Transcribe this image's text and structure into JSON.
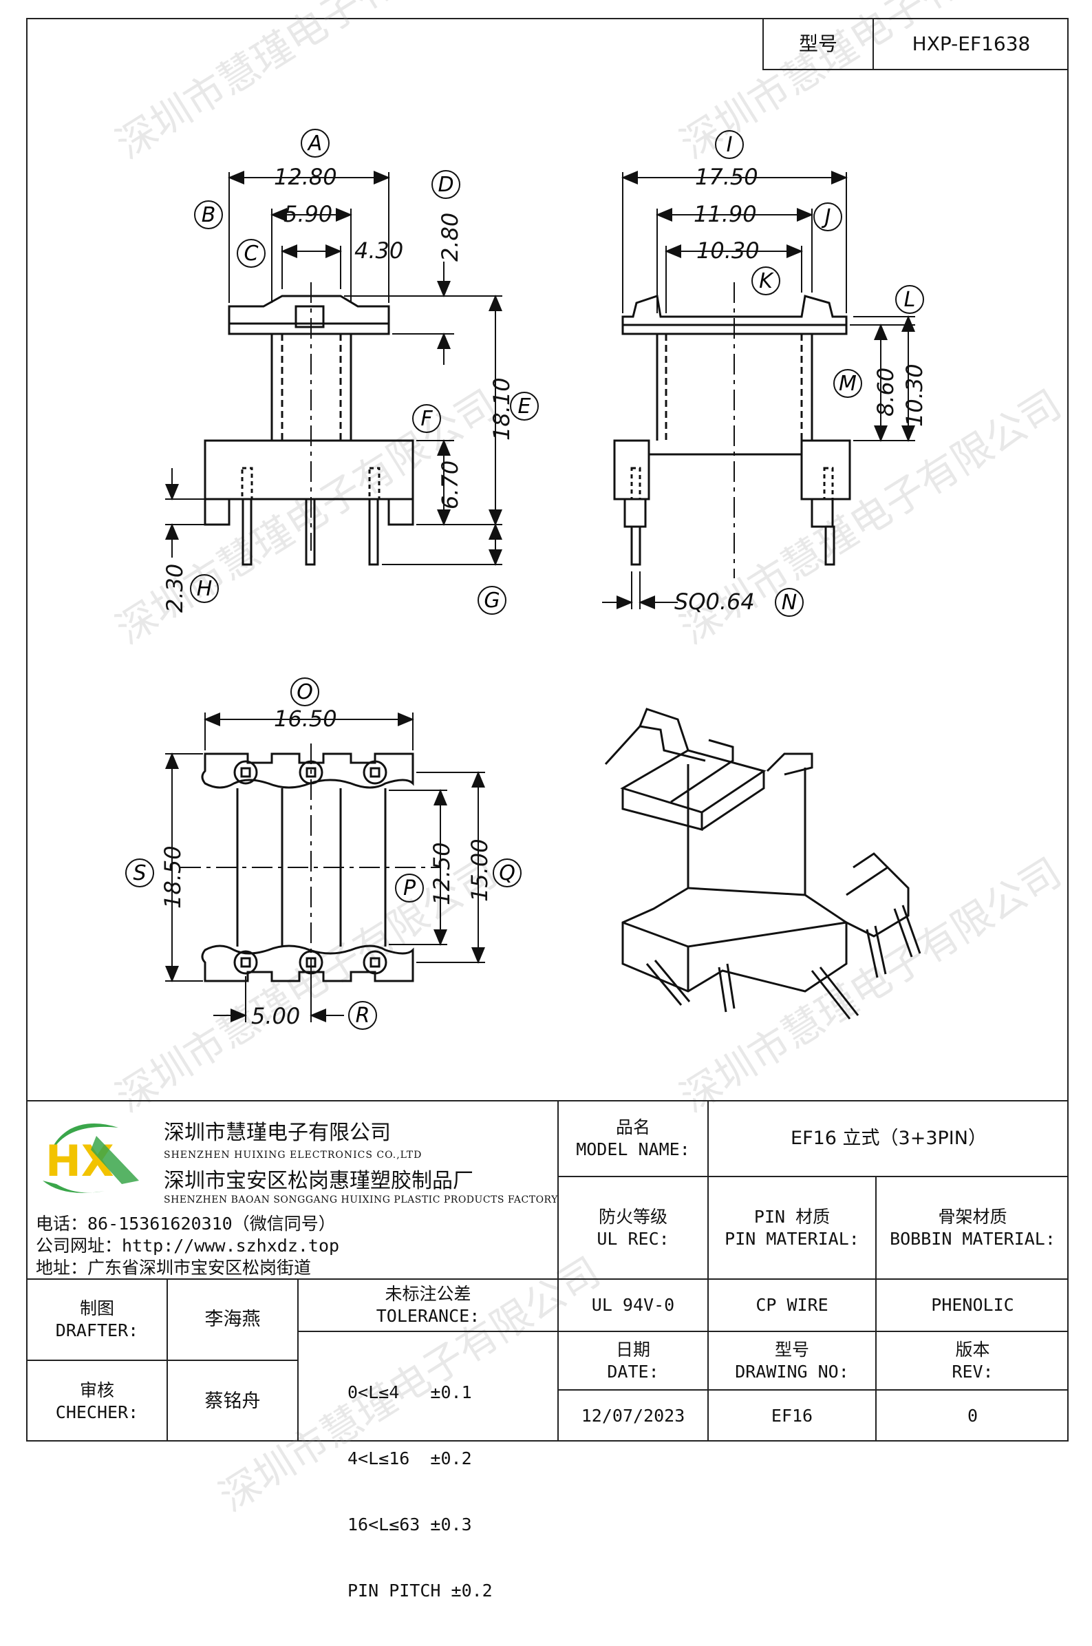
{
  "header": {
    "model_label": "型号",
    "model_value": "HXP-EF1638"
  },
  "watermark": "深圳市慧瑾电子有限公司",
  "drawing": {
    "top_left": {
      "dims": {
        "A": "12.80",
        "B": "5.90",
        "C": "4.30",
        "D": "2.80",
        "E": "18.10",
        "F": "6.70",
        "H": "2.30"
      },
      "labels": [
        "A",
        "B",
        "C",
        "D",
        "E",
        "F",
        "G",
        "H"
      ]
    },
    "top_right": {
      "dims": {
        "I": "17.50",
        "J": "11.90",
        "K": "10.30",
        "M": "8.60",
        "L": "10.30",
        "N": "SQ0.64"
      },
      "labels": [
        "I",
        "J",
        "K",
        "L",
        "M",
        "N"
      ]
    },
    "bottom_left": {
      "dims": {
        "O": "16.50",
        "S": "18.50",
        "P": "12.50",
        "Q": "15.00",
        "R": "5.00"
      },
      "labels": [
        "O",
        "P",
        "Q",
        "R",
        "S"
      ]
    }
  },
  "company": {
    "logo_text": "HX",
    "name_cn": "深圳市慧瑾电子有限公司",
    "name_en": "SHENZHEN HUIXING ELECTRONICS CO.,LTD",
    "factory_cn": "深圳市宝安区松岗惠瑾塑胶制品厂",
    "factory_en": "SHENZHEN BAOAN SONGGANG HUIXING PLASTIC PRODUCTS FACTORY",
    "phone": "电话：86-15361620310（微信同号）",
    "website": "公司网址：http://www.szhxdz.top",
    "address": "地址：广东省深圳市宝安区松岗街道"
  },
  "titleblock": {
    "model_name_cn": "品名",
    "model_name_en": "MODEL NAME:",
    "model_name_value": "EF16 立式（3+3PIN）",
    "ul_cn": "防火等级",
    "ul_en": "UL REC:",
    "pin_cn": "PIN 材质",
    "pin_en": "PIN MATERIAL:",
    "bobbin_cn": "骨架材质",
    "bobbin_en": "BOBBIN MATERIAL:",
    "ul_value": "UL 94V-0",
    "pin_value": "CP WIRE",
    "bobbin_value": "PHENOLIC",
    "drafter_cn": "制图",
    "drafter_en": "DRAFTER:",
    "drafter_name": "李海燕",
    "checker_cn": "审核",
    "checker_en": "CHECHER:",
    "checker_name": "蔡铭舟",
    "tol_cn": "未标注公差",
    "tol_en": "TOLERANCE:",
    "tol_lines": [
      "0<L≤4   ±0.1",
      "4<L≤16  ±0.2",
      "16<L≤63 ±0.3",
      "PIN PITCH ±0.2"
    ],
    "date_cn": "日期",
    "date_en": "DATE:",
    "date_value": "12/07/2023",
    "dwg_cn": "型号",
    "dwg_en": "DRAWING NO:",
    "dwg_value": "EF16",
    "rev_cn": "版本",
    "rev_en": "REV:",
    "rev_value": "0"
  },
  "colors": {
    "logo_green": "#3aa64a",
    "logo_yellow": "#f2c300",
    "line": "#222222"
  }
}
